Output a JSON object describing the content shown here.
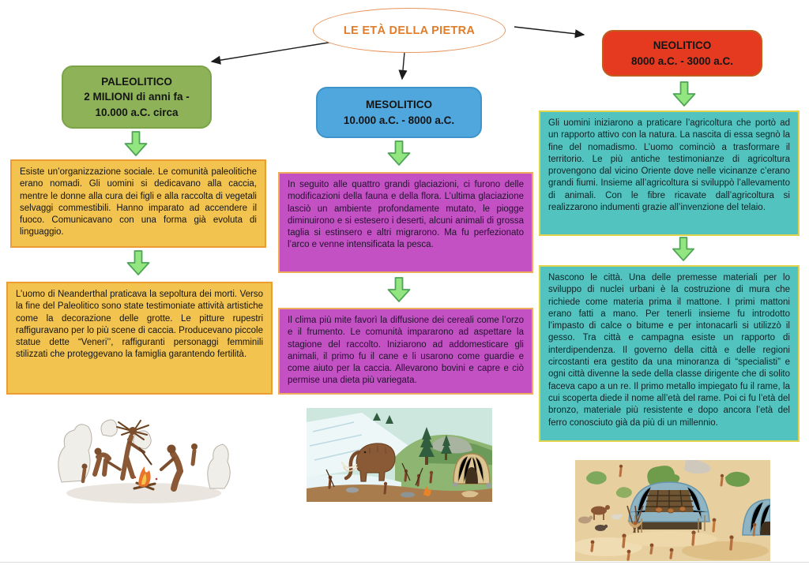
{
  "title": {
    "text": "LE ETÀ DELLA PIETRA"
  },
  "periods": {
    "paleolitico": {
      "name": "PALEOLITICO",
      "period_line1": "2 MILIONI di anni fa -",
      "period_line2": "10.000 a.C. circa",
      "note_society": "Esiste un’organizzazione sociale. Le comunità paleolitiche erano nomadi. Gli uomini si dedicavano alla caccia, mentre le donne alla cura dei figli e alla raccolta di vegetali selvaggi commestibili. Hanno imparato ad accendere il fuoco. Comunicavano con una forma già evoluta di linguaggio.",
      "note_culture": "L’uomo di Neanderthal praticava la sepoltura dei morti. Verso la fine del Paleolitico sono state testimoniate attività artistiche come la decorazione delle grotte. Le pitture rupestri raffiguravano per lo più scene di caccia. Producevano piccole statue dette “Veneri’’, raffiguranti personaggi femminili stilizzati che proteggevano la famiglia garantendo fertilità.",
      "image_name": "prehistoric-humans-around-campfire"
    },
    "mesolitico": {
      "name": "MESOLITICO",
      "period_line": "10.000 a.C. - 8000 a.C.",
      "note_glaciations": "In seguito alle quattro grandi glaciazioni, ci furono delle modificazioni della fauna e della flora. L’ultima glaciazione lasciò un ambiente profondamente mutato, le piogge diminuirono e si estesero i deserti, alcuni animali di grossa taglia si estinsero e altri migrarono. Ma fu perfezionato l’arco e venne intensificata la pesca.",
      "note_climate": "Il clima più mite favorì la diffusione dei cereali come l’orzo e il frumento. Le comunità impararono ad aspettare la stagione del raccolto. Iniziarono ad addomesticare gli animali, il primo fu il cane e li usarono come guardie e come aiuto per la caccia. Allevarono bovini e capre e ciò permise una dieta più variegata.",
      "image_name": "mammoth-hunt-camp-scene"
    },
    "neolitico": {
      "name": "NEOLITICO",
      "period_line": "8000 a.C. - 3000 a.C.",
      "note_agriculture": "Gli uomini iniziarono a praticare l’agricoltura che portò ad un rapporto attivo con la natura. La nascita di essa segnò la fine del nomadismo. L’uomo cominciò a trasformare il territorio. Le più antiche testimonianze di agricoltura provengono dal vicino Oriente dove nelle vicinanze c’erano grandi fiumi. Insieme all’agricoltura si sviluppò l’allevamento di animali. Con le fibre ricavate dall’agricoltura si realizzarono indumenti grazie all’invenzione del telaio.",
      "note_cities": "Nascono le città. Una delle premesse materiali per lo sviluppo di nuclei urbani è la costruzione di mura che richiede come materia prima il mattone. I primi mattoni erano fatti a mano. Per tenerli insieme fu introdotto l’impasto di calce o bitume e per intonacarli si utilizzò il gesso. Tra città e campagna esiste un rapporto di interdipendenza. Il governo della città e delle regioni circostanti era gestito da una minoranza di “specialisti” e ogni città divenne la sede della classe dirigente che di solito faceva capo a un re. Il primo metallo impiegato fu il rame, la cui scoperta diede il nome all’età del rame. Poi ci fu l’età del bronzo, materiale più resistente e dopo ancora l’età del ferro conosciuto già da più di un millennio.",
      "image_name": "neolithic-village-scene"
    }
  },
  "colors": {
    "title_orange": "#E07C2A",
    "paleolitico_green": "#8DB257",
    "mesolitico_blue": "#4FA7DD",
    "neolitico_red": "#E63A20",
    "note_orange": "#F2C34F",
    "note_magenta": "#C351C3",
    "note_teal": "#53C3BF",
    "arrow_green": "#93E67F",
    "arrow_green_border": "#4FA457"
  }
}
